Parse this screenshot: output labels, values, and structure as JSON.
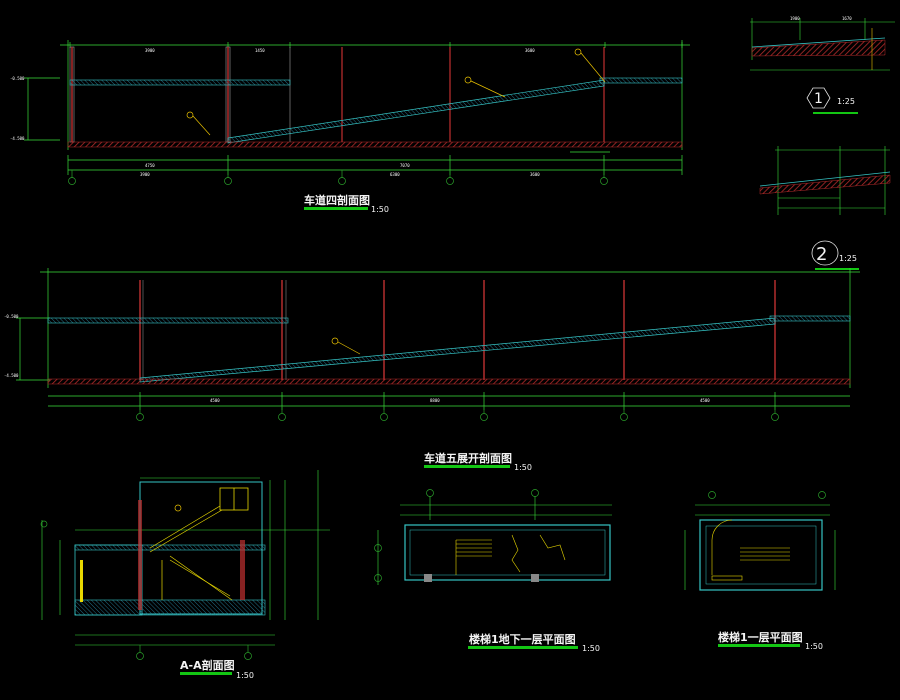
{
  "colors": {
    "background": "#000000",
    "dimension": "#3adf3a",
    "slab": "#35c3c3",
    "column": "#c03030",
    "column_line": "#a0a0a0",
    "ground_hatch": "#b02a2a",
    "leader": "#e8c000",
    "axis": "#2aa02a",
    "text": "#f4f4f4",
    "title_underline": "#13c613",
    "stair": "#e8d800"
  },
  "views": {
    "section4": {
      "title": "车道四剖面图",
      "scale": "1:50"
    },
    "section5": {
      "title": "车道五展开剖面图",
      "scale": "1:50"
    },
    "sectionAA": {
      "title": "A-A剖面图",
      "scale": "1:50"
    },
    "stairB1": {
      "title": "楼梯1地下一层平面图",
      "scale": "1:50"
    },
    "stair1F": {
      "title": "楼梯1一层平面图",
      "scale": "1:50"
    },
    "detail1": {
      "number": "1",
      "scale": "1:25"
    },
    "detail2": {
      "number": "2",
      "scale": "1:25"
    }
  }
}
